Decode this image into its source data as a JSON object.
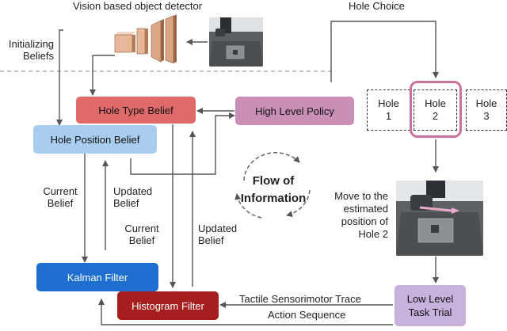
{
  "header": {
    "detector_title": "Vision based object detector",
    "init_beliefs_line1": "Initializing",
    "init_beliefs_line2": "Beliefs",
    "hole_choice": "Hole Choice"
  },
  "nodes": {
    "hole_type_belief": "Hole Type Belief",
    "hole_position_belief": "Hole Position Belief",
    "high_level_policy": "High Level Policy",
    "kalman_filter": "Kalman Filter",
    "histogram_filter": "Histogram Filter",
    "low_level_line1": "Low Level",
    "low_level_line2": "Task Trial"
  },
  "holes": [
    {
      "line1": "Hole",
      "line2": "1"
    },
    {
      "line1": "Hole",
      "line2": "2"
    },
    {
      "line1": "Hole",
      "line2": "3"
    }
  ],
  "edge_labels": {
    "current_belief_1_line1": "Current",
    "current_belief_1_line2": "Belief",
    "updated_belief_1_line1": "Updated",
    "updated_belief_1_line2": "Belief",
    "current_belief_2_line1": "Current",
    "current_belief_2_line2": "Belief",
    "updated_belief_2_line1": "Updated",
    "updated_belief_2_line2": "Belief",
    "tactile_trace": "Tactile Sensorimotor Trace",
    "action_sequence": "Action Sequence"
  },
  "center": {
    "flow_line1": "Flow of",
    "flow_line2": "Information"
  },
  "move_caption": {
    "line1": "Move to the",
    "line2": "estimated",
    "line3": "position of",
    "line4": "Hole 2"
  },
  "colors": {
    "hole_type_fill": "#e06a6a",
    "hole_position_fill": "#a9cdee",
    "high_level_fill": "#c98fb7",
    "kalman_fill": "#1f6fd1",
    "histogram_fill": "#a51d1d",
    "low_level_fill": "#c6b2dc",
    "selected_hole_border": "#c9739c",
    "arrow": "#555555"
  }
}
